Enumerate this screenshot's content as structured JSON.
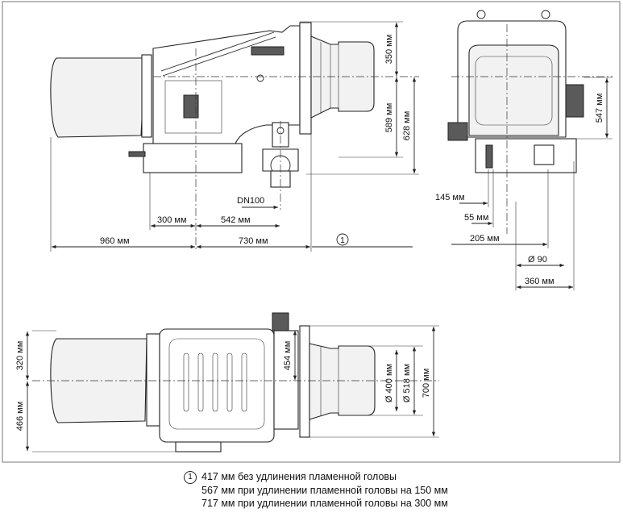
{
  "diagram": {
    "side_view": {
      "height_labels": [
        "350 мм",
        "589 мм",
        "628 мм"
      ],
      "width_labels": [
        "960 мм",
        "730 мм",
        "300 мм",
        "542 мм"
      ],
      "flange_label": "DN100",
      "note_marker": "1"
    },
    "front_view": {
      "height_label": "547 мм",
      "offset_labels": [
        "145 мм",
        "55 мм",
        "205 мм"
      ],
      "diameter_label": "Ø 90",
      "width_label": "360 мм"
    },
    "top_view": {
      "left_labels": [
        "320 мм",
        "466 мм"
      ],
      "center_label": "454 мм",
      "diameter_labels": [
        "Ø 400 мм",
        "Ø 518 мм"
      ],
      "right_label": "700 мм"
    }
  },
  "footnote": {
    "marker": "1",
    "lines": [
      "417 мм без удлинения пламенной головы",
      "567 мм при удлинении пламенной головы на 150 мм",
      "717 мм при удлинении пламенной головы на 300 мм"
    ]
  }
}
